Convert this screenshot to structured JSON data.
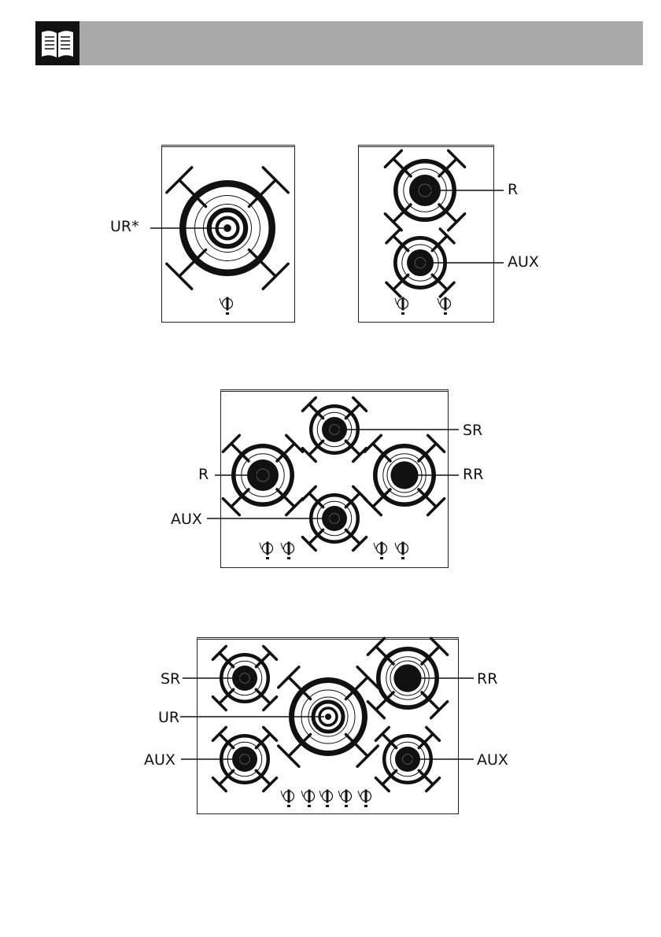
{
  "icons": {
    "header": "open-book-icon",
    "knob": "control-knob-icon",
    "burner": "burner-icon"
  },
  "colors": {
    "header_bar": "#a8a8a8",
    "lines": "#111111"
  },
  "diagram_1": {
    "labels": {
      "burner": "UR*"
    }
  },
  "diagram_2": {
    "labels": {
      "top": "R",
      "bottom": "AUX"
    }
  },
  "diagram_3": {
    "labels": {
      "top": "SR",
      "left": "R",
      "right": "RR",
      "bottom": "AUX"
    }
  },
  "diagram_4": {
    "labels": {
      "top_left": "SR",
      "center": "UR",
      "bottom_left": "AUX",
      "top_right": "RR",
      "bottom_right": "AUX"
    }
  }
}
